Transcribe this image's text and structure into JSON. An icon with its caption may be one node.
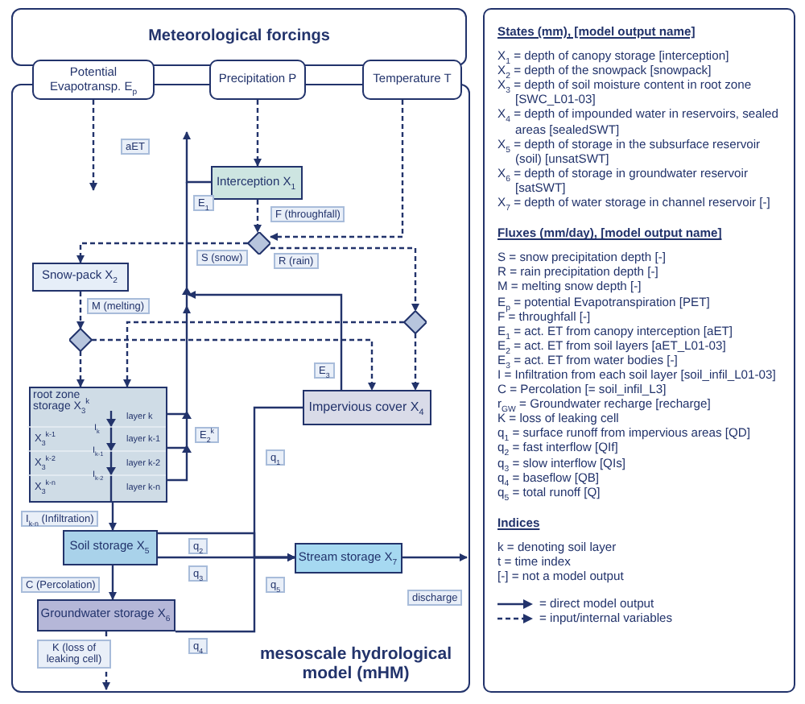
{
  "diagram": {
    "nodes": [
      {
        "text": [
          "Meteorological forcings"
        ]
      },
      {
        "text": [
          "Potential Evapotransp. E$_{p}$"
        ]
      },
      {
        "text": [
          "Precipitation P"
        ]
      },
      {
        "text": [
          "Temperature T"
        ]
      },
      {
        "text": [
          "mesoscale hydrological model (mHM)"
        ]
      },
      {
        "text": [
          "Interception X$_{1}$"
        ],
        "in": 4
      },
      {
        "text": [],
        "shape": "diamond",
        "in": 4
      },
      {
        "text": [
          "Snow-pack X$_{2}$"
        ],
        "in": 4
      },
      {
        "text": [],
        "shape": "diamond",
        "in": 4
      },
      {
        "text": [],
        "shape": "diamond",
        "in": 4
      },
      {
        "text": [
          "root zone storage X$_{3}$$^{k}$",
          "layer k",
          "I$_{k}$",
          "X$_{3}$$^{k-1}$",
          "layer k-1",
          "I$_{k-1}$",
          "X$_{3}$$^{k-2}$",
          "layer k-2",
          "I$_{k-2}$",
          "X$_{3}$$^{k-n}$",
          "layer k-n"
        ],
        "in": 4
      },
      {
        "text": [
          "Impervious cover X$_{4}$"
        ],
        "in": 4
      },
      {
        "text": [
          "Soil storage X$_{5}$"
        ],
        "in": 4
      },
      {
        "text": [
          "Groundwater storage X$_{6}$"
        ],
        "in": 4
      },
      {
        "text": [
          "Stream storage X$_{7}$"
        ],
        "in": 4
      }
    ],
    "edges": [
      {
        "from": 1,
        "to": null,
        "arrow": "to",
        "style": "dashed"
      },
      {
        "from": 2,
        "to": 5,
        "arrow": "to",
        "style": "dashed"
      },
      {
        "from": 3,
        "to": 6,
        "arrow": "to",
        "style": "dashed"
      },
      {
        "from": 6,
        "to": 7,
        "arrow": "to",
        "style": "dashed",
        "label": "S (snow)"
      },
      {
        "from": 6,
        "to": 9,
        "arrow": "to",
        "style": "dashed",
        "label": "R (rain)"
      },
      {
        "from": 7,
        "to": 8,
        "arrow": "to",
        "style": "dashed",
        "label": "M (melting)"
      },
      {
        "from": 8,
        "to": 10,
        "arrow": "to",
        "style": "dashed"
      },
      {
        "from": 8,
        "to": 11,
        "arrow": "to",
        "style": "dashed"
      },
      {
        "from": 9,
        "to": 10,
        "arrow": "to",
        "style": "dashed"
      },
      {
        "from": 9,
        "to": 11,
        "arrow": "to",
        "style": "dashed"
      },
      {
        "from": 5,
        "to": null,
        "arrow": "to",
        "label": "E$_{1}$"
      },
      {
        "from": 10,
        "to": null,
        "arrow": "to",
        "label": "E$_{2}$$^{k}$"
      },
      {
        "from": 11,
        "to": null,
        "arrow": "to",
        "label": "E$_{3}$"
      },
      {
        "from": 10,
        "to": 12,
        "arrow": "to",
        "label": "I$_{k-n}$ (Infiltration)"
      },
      {
        "from": 11,
        "to": 14,
        "arrow": "to",
        "label": "q$_{1}$"
      },
      {
        "from": 12,
        "to": 14,
        "arrow": "to",
        "label": "q$_{2}$"
      },
      {
        "from": 12,
        "to": 14,
        "arrow": "to",
        "label": "q$_{3}$"
      },
      {
        "from": 13,
        "to": 14,
        "arrow": "to",
        "label": "q$_{4}$"
      },
      {
        "from": 12,
        "to": 13,
        "arrow": "to",
        "label": "C (Percolation)"
      },
      {
        "from": 13,
        "to": null,
        "arrow": "to",
        "style": "dashed",
        "label": "K (loss of leaking cell)"
      },
      {
        "from": 14,
        "to": null,
        "arrow": "to",
        "label": "discharge"
      },
      {
        "from": 5,
        "to": 6,
        "arrow": "to",
        "style": "dashed",
        "label": "F (throughfall)"
      }
    ],
    "labels": [
      "aET",
      "q$_{5}$",
      "States (mm), [model output name]",
      "X$_{1}$ = depth of canopy storage [interception]",
      "X$_{2}$ = depth of the snowpack [snowpack]",
      "X$_{3}$ = depth of soil moisture content in root zone [SWC_L01-03]",
      "X$_{4}$ = depth of impounded water in reservoirs, sealed areas [sealedSWT]",
      "X$_{5}$ = depth of storage in the subsurface reservoir (soil) [unsatSWT]",
      "X$_{6}$ = depth of storage in groundwater reservoir [satSWT]",
      "X$_{7}$ = depth of water storage in channel reservoir [-]",
      "Fluxes (mm/day), [model output name]",
      "S = snow precipitation depth [-]",
      "R = rain precipitation depth [-]",
      "M = melting snow depth [-]",
      "E$_{p}$ = potential Evapotranspiration [PET]",
      "F = throughfall [-]",
      "E$_{1}$ = act. ET from canopy interception [aET]",
      "E$_{2}$ = act. ET from soil layers [aET_L01-03]",
      "E$_{3}$ = act. ET from water bodies [-]",
      "I = Infiltration from each soil layer [soil_infil_L01-03]",
      "C = Percolation [= soil_infil_L3]",
      "r$_{GW}$ = Groundwater recharge [recharge]",
      "K = loss of leaking cell",
      "q$_{1}$ = surface runoff from impervious areas [QD]",
      "q$_{2}$ = fast interflow [QIf]",
      "q$_{3}$ = slow interflow [QIs]",
      "q$_{4}$ = baseflow [QB]",
      "q$_{5}$ = total runoff [Q]",
      "Indices",
      "k = denoting soil layer",
      "t = time index",
      "[-] = not a model output"
    ],
    "legend": [
      {
        "text": "= direct model output"
      },
      {
        "text": "= input/internal variables"
      }
    ]
  }
}
